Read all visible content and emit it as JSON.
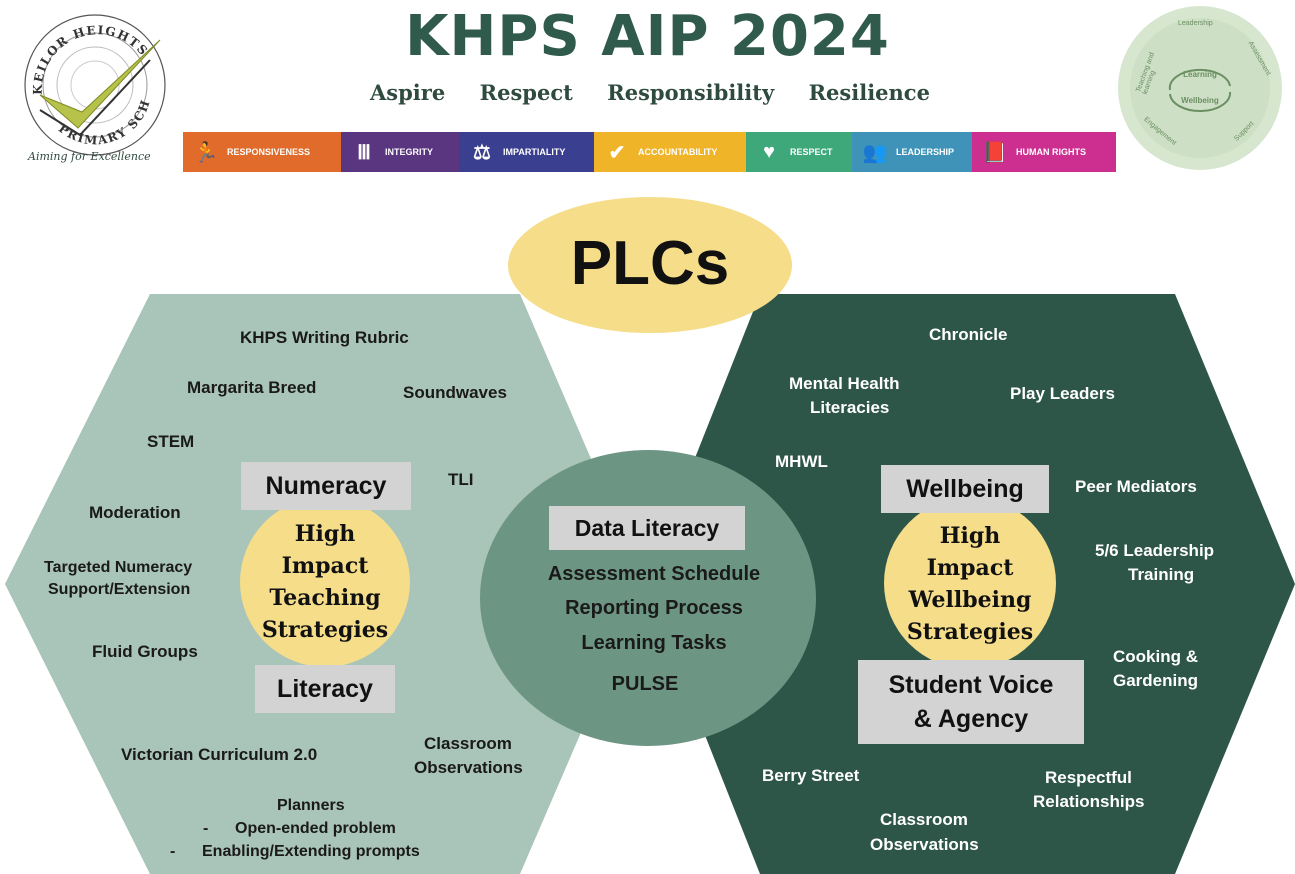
{
  "header": {
    "title": "KHPS AIP 2024",
    "values": [
      "Aspire",
      "Respect",
      "Responsibility",
      "Resilience"
    ]
  },
  "logo": {
    "arc_top": "KEILOR HEIGHTS",
    "arc_bottom": "PRIMARY SCHOOL",
    "tagline": "Aiming for Excellence"
  },
  "public_values": [
    {
      "label": "RESPONSIVENESS",
      "color": "#e06b2a",
      "icon": "running-person-icon"
    },
    {
      "label": "INTEGRITY",
      "color": "#5a3580",
      "icon": "pillars-icon"
    },
    {
      "label": "IMPARTIALITY",
      "color": "#3a3f8f",
      "icon": "scales-icon"
    },
    {
      "label": "ACCOUNTABILITY",
      "color": "#f0b429",
      "icon": "check-circle-icon"
    },
    {
      "label": "RESPECT",
      "color": "#3fa87a",
      "icon": "heart-hands-icon"
    },
    {
      "label": "LEADERSHIP",
      "color": "#3f93b8",
      "icon": "people-icon"
    },
    {
      "label": "HUMAN RIGHTS",
      "color": "#cc2f8f",
      "icon": "book-icon"
    }
  ],
  "cycle_badge": {
    "center_top": "Learning",
    "center_bottom": "Wellbeing",
    "ring": [
      "Leadership",
      "Assessment",
      "Support",
      "Engagement",
      "Teaching and learning"
    ]
  },
  "plcs": "PLCs",
  "left": {
    "items": {
      "writing_rubric": "KHPS Writing Rubric",
      "margarita": "Margarita Breed",
      "soundwaves": "Soundwaves",
      "stem": "STEM",
      "tli": "TLI",
      "moderation": "Moderation",
      "targeted_1": "Targeted Numeracy",
      "targeted_2": "Support/Extension",
      "fluid": "Fluid Groups",
      "vic_curriculum": "Victorian Curriculum 2.0",
      "classroom_1": "Classroom",
      "classroom_2": "Observations",
      "planners": "Planners",
      "planner_item_1": "-      Open-ended problem",
      "planner_item_2": "-      Enabling/Extending prompts"
    },
    "numeracy": "Numeracy",
    "literacy": "Literacy",
    "hits": [
      "High",
      "Impact",
      "Teaching",
      "Strategies"
    ]
  },
  "center": {
    "data_literacy": "Data Literacy",
    "items": [
      "Assessment Schedule",
      "Reporting Process",
      "Learning Tasks",
      "PULSE"
    ]
  },
  "right": {
    "items": {
      "chronicle": "Chronicle",
      "mental_1": "Mental Health",
      "mental_2": "Literacies",
      "play_leaders": "Play Leaders",
      "mhwl": "MHWL",
      "peer_mediators": "Peer Mediators",
      "leadership_1": "5/6 Leadership",
      "leadership_2": "Training",
      "cooking_1": "Cooking &",
      "cooking_2": "Gardening",
      "berry_street": "Berry Street",
      "respectful_1": "Respectful",
      "respectful_2": "Relationships",
      "classroom_1": "Classroom",
      "classroom_2": "Observations"
    },
    "wellbeing": "Wellbeing",
    "student_voice_1": "Student Voice",
    "student_voice_2": "& Agency",
    "hiws": [
      "High",
      "Impact",
      "Wellbeing",
      "Strategies"
    ]
  },
  "colors": {
    "title": "#2f5a4c",
    "left_hex": "#a9c4b8",
    "right_hex": "#2e5648",
    "center_circle": "#6d9584",
    "yellow": "#f5dd8a",
    "label_box": "#d3d3d3"
  }
}
